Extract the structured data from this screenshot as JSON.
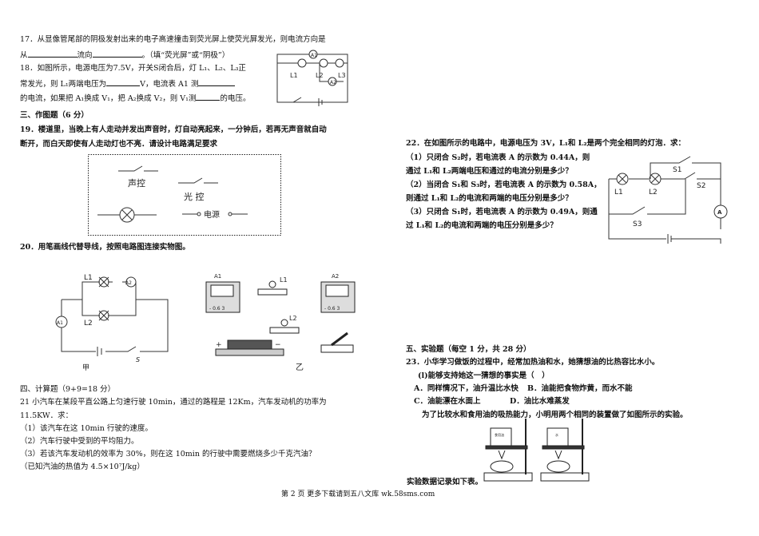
{
  "q17": {
    "line1": "17．从显像管尾部的阴极发射出来的电子高速撞击到荧光屏上使荧光屏发光，则电流方向是",
    "from": "从",
    "to": "流向",
    "hint": "。（填“荧光屏”或“阴极”）"
  },
  "q18": {
    "line1": "18．如图所示，电源电压为7.5V，开关S闭合后，灯 L₁、L₂、L₃正",
    "line2a": "常发光，则 L₁两端电压为",
    "line2b": "V，电流表 A1 测",
    "line3a": "的电流，如果把 A₁换成 V₁，把 A₂换成 V₂，则 V₁测",
    "line3b": "的电压。",
    "fig": {
      "a1": "A1",
      "a2": "A2",
      "l1": "L1",
      "l2": "L2",
      "l3": "L3"
    }
  },
  "sec3": {
    "title": "三、作图题（6 分）"
  },
  "q19": {
    "line1": "19．楼道里，当晚上有人走动并发出声音时，灯自动亮起来，一分钟后，若再无声音就自动",
    "line2": "断开，而白天即使有人走动灯也不亮．请设计电路满足要求",
    "sound": "声控",
    "light": "光 控",
    "power": "电源"
  },
  "q20": {
    "text": "20．用笔画线代替导线，按照电路图连接实物图。",
    "fig_a": {
      "l1": "L1",
      "l2": "L2",
      "a1": "A1",
      "a2": "A2",
      "s": "S",
      "caption": "甲"
    },
    "fig_b": {
      "a1": "A1",
      "a2": "A2",
      "l1": "L1",
      "l2": "L2",
      "scale": "- 0.6 3",
      "plus": "+",
      "minus": "−",
      "caption": "乙"
    }
  },
  "sec4": {
    "title": "四、计算题（9+9=18 分）"
  },
  "q21": {
    "line1": "21 小汽车在某段平直公路上匀速行驶 10min，通过的路程是 12Km，汽车发动机的功率为",
    "line2": "11.5KW．求：",
    "p1": "（1）该汽车在这 10min 行驶的速度。",
    "p2": "（2）汽车行驶中受到的平均阻力。",
    "p3": "（3）若该汽车发动机的效率为 30%，则在这 10min 的行驶中需要燃烧多少千克汽油？",
    "p4": "（已知汽油的热值为 4.5×10⁷J/kg）"
  },
  "q22": {
    "line1": "22．在如图所示的电路中，电源电压为 3V，L₁和 L₂是两个完全相同的灯泡．求：",
    "p1a": "（1）只闭合 S₂时，若电流表 A 的示数为 0.44A，则",
    "p1b": "通过 L₁和 L₂两端电压和通过的电流分别是多少？",
    "p2a": "（2）当闭合 S₁和 S₃时，若电流表 A 的示数为 0.58A，",
    "p2b": "则通过 L₁和 L₂的电流和两端的电压分别是多少？",
    "p3a": "（3）只闭合 S₁时，若电流表 A 的示数为 0.49A，则通",
    "p3b": "过 L₁和 L₂的电流和两端的电压分别是多少？",
    "fig": {
      "s1": "S1",
      "s2": "S2",
      "s3": "S3",
      "l1": "L1",
      "l2": "L2",
      "a": "A"
    }
  },
  "sec5": {
    "title": "五、实验题（每空 1 分，共 28 分）"
  },
  "q23": {
    "line1": "23．小华学习做饭的过程中，经常加热油和水，她猜想油的比热容比水小。",
    "sub1": "(l)能够支持她这一猜想的事实是（　）",
    "a": "A．同样情况下，油升温比水快",
    "b": "B．油能把食物炸黄，而水不能",
    "c": "C．油能漂在水面上",
    "d": "D．油比水难蒸发",
    "line2": "为了比较水和食用油的吸热能力，小明用两个相同的装置做了如图所示的实验。",
    "beaker1": "食用油",
    "beaker2": "水",
    "line3": "实验数据记录如下表。"
  },
  "footer": "第 2 页 更多下载请到五八文库 wk.58sms.com"
}
